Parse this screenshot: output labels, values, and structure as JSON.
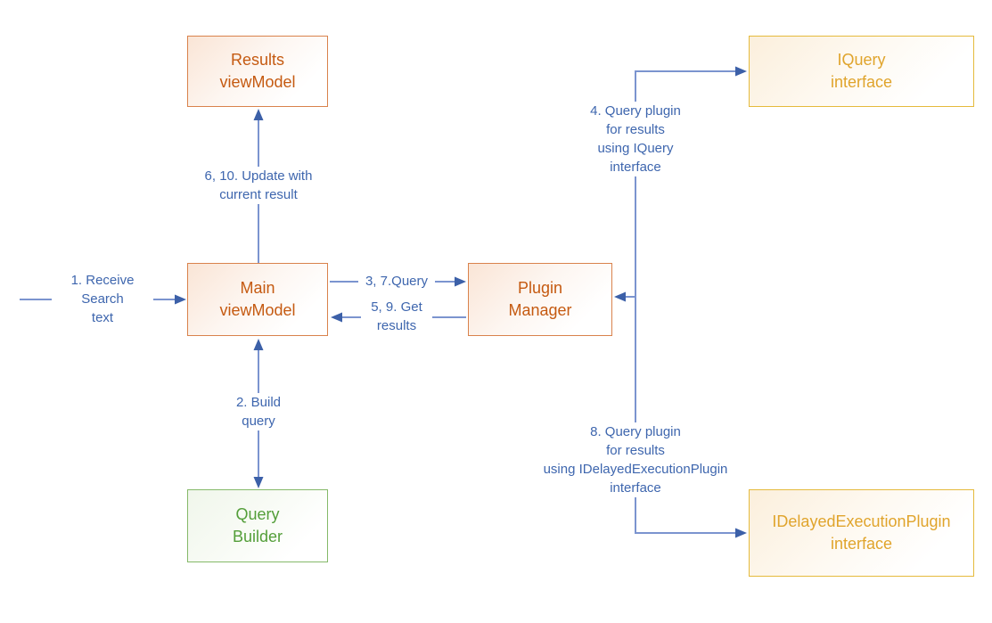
{
  "diagram": {
    "type": "sequence-flow-diagram",
    "background": "#ffffff",
    "colors": {
      "connector_line": "#7B94CF",
      "arrowhead": "#3C60A8",
      "edge_label_text": "#3E66AE",
      "orange_border": "#D9824C",
      "orange_text": "#C55A11",
      "orange_fill_tint": "#FAE5D6",
      "gold_border": "#E5BA3C",
      "gold_text": "#E0A42C",
      "gold_fill_tint": "#FBEFDC",
      "green_border": "#85B969",
      "green_text": "#539E39",
      "green_fill_tint": "#F0F6EB"
    },
    "nodes": {
      "results_viewmodel": {
        "label": "Results\nviewModel",
        "style": "orange"
      },
      "iquery_interface": {
        "label": "IQuery\ninterface",
        "style": "gold"
      },
      "main_viewmodel": {
        "label": "Main\nviewModel",
        "style": "orange"
      },
      "plugin_manager": {
        "label": "Plugin\nManager",
        "style": "orange"
      },
      "query_builder": {
        "label": "Query\nBuilder",
        "style": "green"
      },
      "idelayedexecutionplugin_interface": {
        "label": "IDelayedExecutionPlugin\ninterface",
        "style": "gold"
      }
    },
    "edges": {
      "step_1": {
        "label": "1. Receive\nSearch\ntext",
        "from": "external-input",
        "to": "main_viewmodel",
        "direction": "right"
      },
      "step_2": {
        "label": "2. Build\nquery",
        "from": "main_viewmodel",
        "to": "query_builder",
        "direction": "both"
      },
      "step_3_7": {
        "label": "3, 7.Query",
        "from": "main_viewmodel",
        "to": "plugin_manager",
        "direction": "right"
      },
      "step_5_9": {
        "label": "5, 9. Get\nresults",
        "from": "plugin_manager",
        "to": "main_viewmodel",
        "direction": "left"
      },
      "step_6_10": {
        "label": "6, 10. Update with\ncurrent result",
        "from": "main_viewmodel",
        "to": "results_viewmodel",
        "direction": "up"
      },
      "step_4": {
        "label": "4. Query plugin\nfor results\nusing IQuery\ninterface",
        "from": "plugin_manager",
        "to": "iquery_interface",
        "direction": "up-right"
      },
      "step_8": {
        "label": "8. Query plugin\nfor results\nusing IDelayedExecutionPlugin\ninterface",
        "from": "plugin_manager",
        "to": "idelayedexecutionplugin_interface",
        "direction": "down-right"
      }
    }
  }
}
